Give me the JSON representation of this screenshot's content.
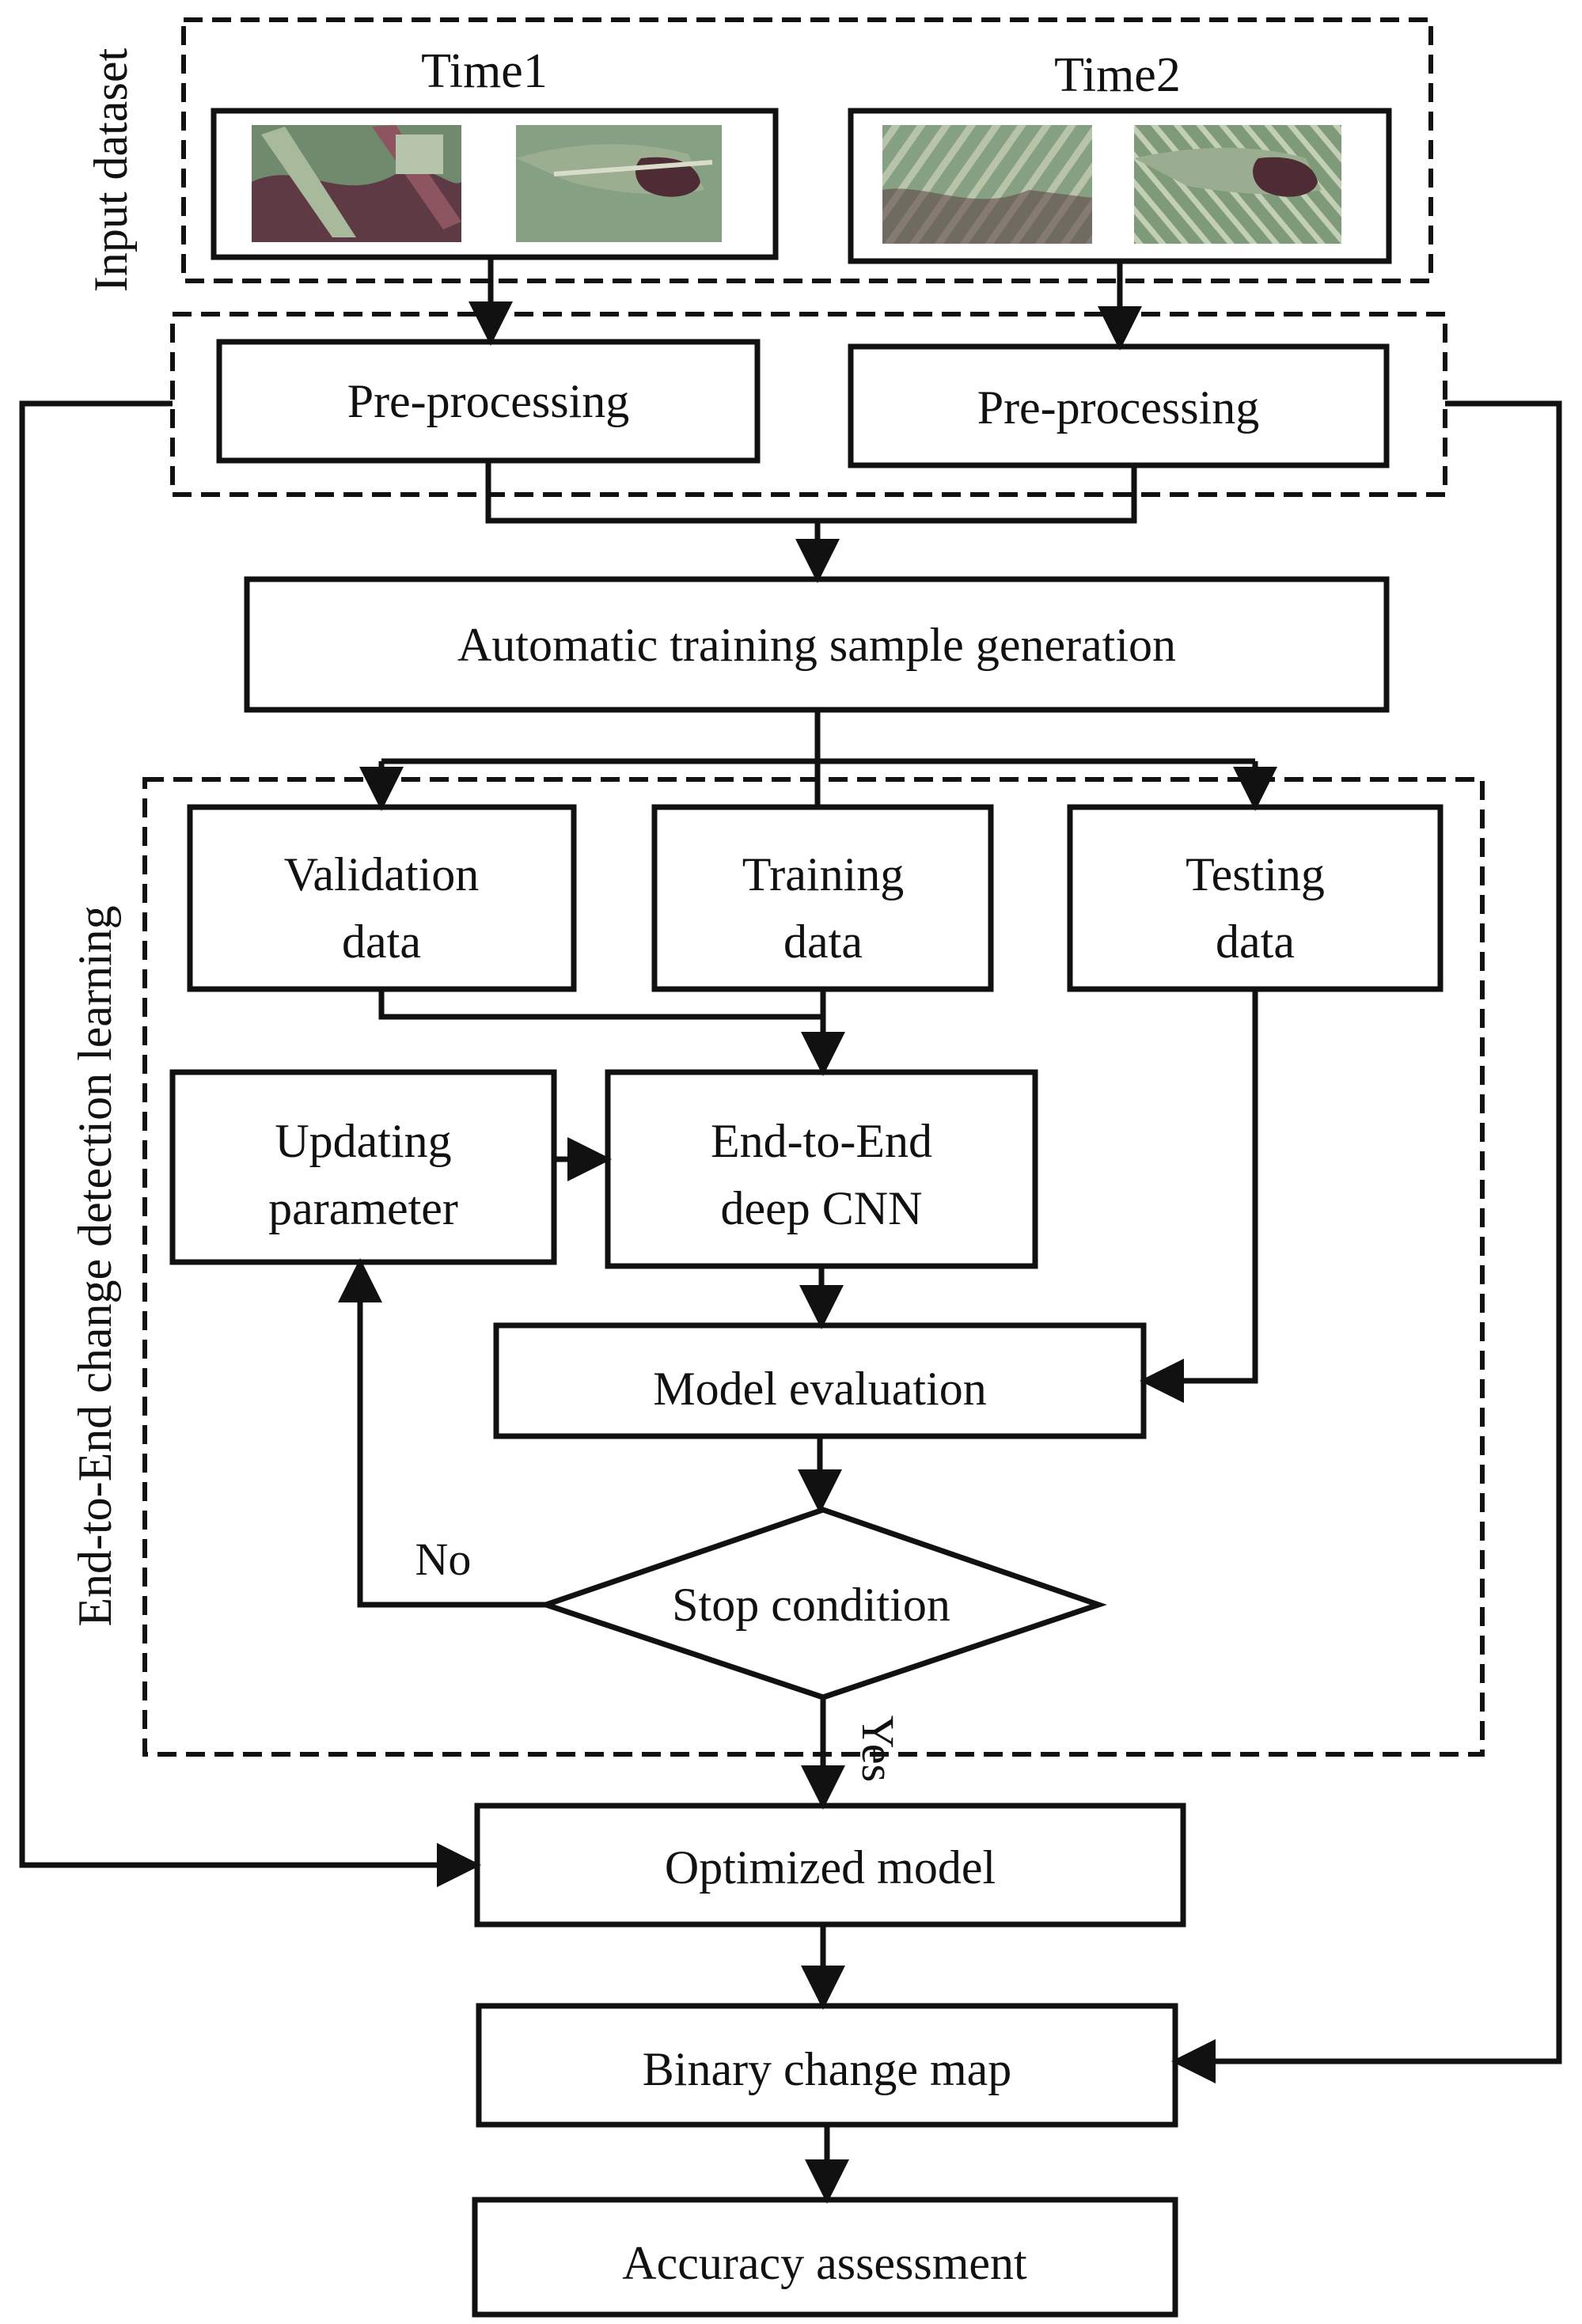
{
  "input_dataset": {
    "group_label": "Input dataset",
    "time1_label": "Time1",
    "time2_label": "Time2"
  },
  "preprocessing": {
    "left_label": "Pre-processing",
    "right_label": "Pre-processing"
  },
  "sample_generation_label": "Automatic training sample generation",
  "learning": {
    "group_label": "End-to-End change detection learning",
    "validation": [
      "Validation",
      "data"
    ],
    "training": [
      "Training",
      "data"
    ],
    "testing": [
      "Testing",
      "data"
    ],
    "updating": [
      "Updating",
      "parameter"
    ],
    "cnn": [
      "End-to-End",
      "deep CNN"
    ],
    "model_evaluation_label": "Model evaluation",
    "stop_condition_label": "Stop condition",
    "no_label": "No",
    "yes_label": "Yes"
  },
  "optimized_model_label": "Optimized model",
  "binary_change_map_label": "Binary change map",
  "accuracy_assessment_label": "Accuracy assessment",
  "colors": {
    "line": "#111111",
    "background": "#ffffff",
    "thumbnail_green": "#7f9a78",
    "thumbnail_dark": "#5a3a40",
    "thumbnail_light": "#b9c7ae"
  }
}
